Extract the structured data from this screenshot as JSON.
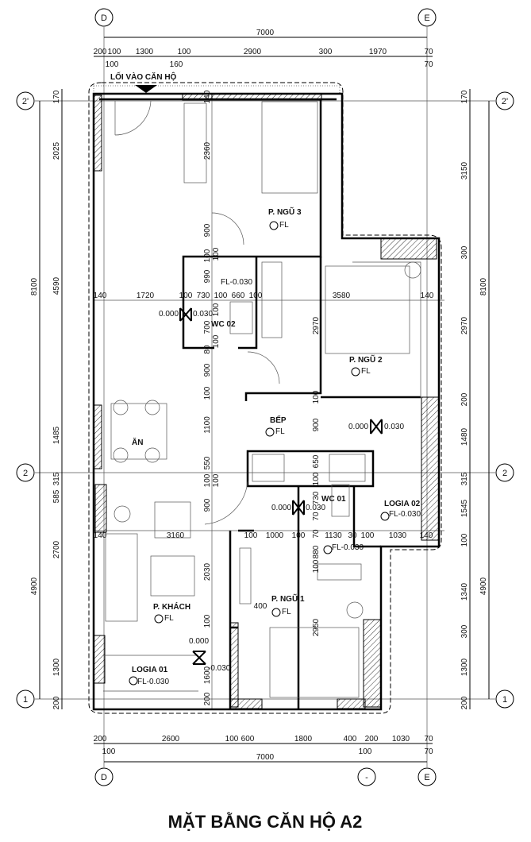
{
  "title": "MẶT BẰNG CĂN HỘ A2",
  "entrance_label": "LỐI VÀO CĂN HỘ",
  "grid_bubbles": {
    "D": "D",
    "E": "E",
    "dash": "-",
    "two_prime": "2'",
    "two": "2",
    "one": "1"
  },
  "top_dims": {
    "total": "7000",
    "row1": [
      "200",
      "100",
      "1300",
      "100",
      "2900",
      "300",
      "1970",
      "70"
    ],
    "row2": [
      "100",
      "160",
      "70"
    ]
  },
  "bottom_dims": {
    "total": "7000",
    "row1": [
      "200",
      "2600",
      "100",
      "600",
      "1800",
      "400",
      "200",
      "1030",
      "70"
    ],
    "row2": [
      "100",
      "100",
      "70"
    ]
  },
  "left_dims": {
    "outer": [
      "8100",
      "4900"
    ],
    "inner": [
      "170",
      "2025",
      "4590",
      "1485",
      "315",
      "585",
      "2700",
      "1300",
      "200"
    ]
  },
  "right_dims": {
    "outer": [
      "8100",
      "4900"
    ],
    "inner": [
      "170",
      "3150",
      "300",
      "2970",
      "200",
      "1480",
      "315",
      "1545",
      "100",
      "1340",
      "300",
      "1300",
      "200"
    ]
  },
  "interior_dims": {
    "row_upper": [
      "140",
      "1720",
      "100",
      "730",
      "100",
      "660",
      "100",
      "3580",
      "140"
    ],
    "row_lower": [
      "140",
      "3160",
      "100",
      "1000",
      "100",
      "1130",
      "30",
      "100",
      "1030",
      "140"
    ],
    "vertical": [
      "2360",
      "900",
      "990",
      "700",
      "80",
      "100",
      "900",
      "100",
      "1100",
      "550",
      "100",
      "900",
      "2030",
      "100",
      "200",
      "1600",
      "2970",
      "900",
      "650",
      "100",
      "730",
      "70",
      "880",
      "2950",
      "100",
      "100",
      "100",
      "100",
      "140",
      "100",
      "100",
      "70",
      "400"
    ]
  },
  "rooms": {
    "bedroom3": "P. NGŨ 3",
    "bedroom2": "P. NGŨ 2",
    "bedroom1": "P. NGŨ 1",
    "kitchen": "BẾP",
    "dining": "ĂN",
    "wc02": "WC 02",
    "wc01": "WC 01",
    "logia02": "LOGIA 02",
    "logia01": "LOGIA 01",
    "living": "P. KHÁCH"
  },
  "levels": {
    "fl": "FL",
    "fl_minus": "FL-0.030",
    "zero": "0.000",
    "minus": "-0.030",
    "minus_short": "0.030"
  }
}
